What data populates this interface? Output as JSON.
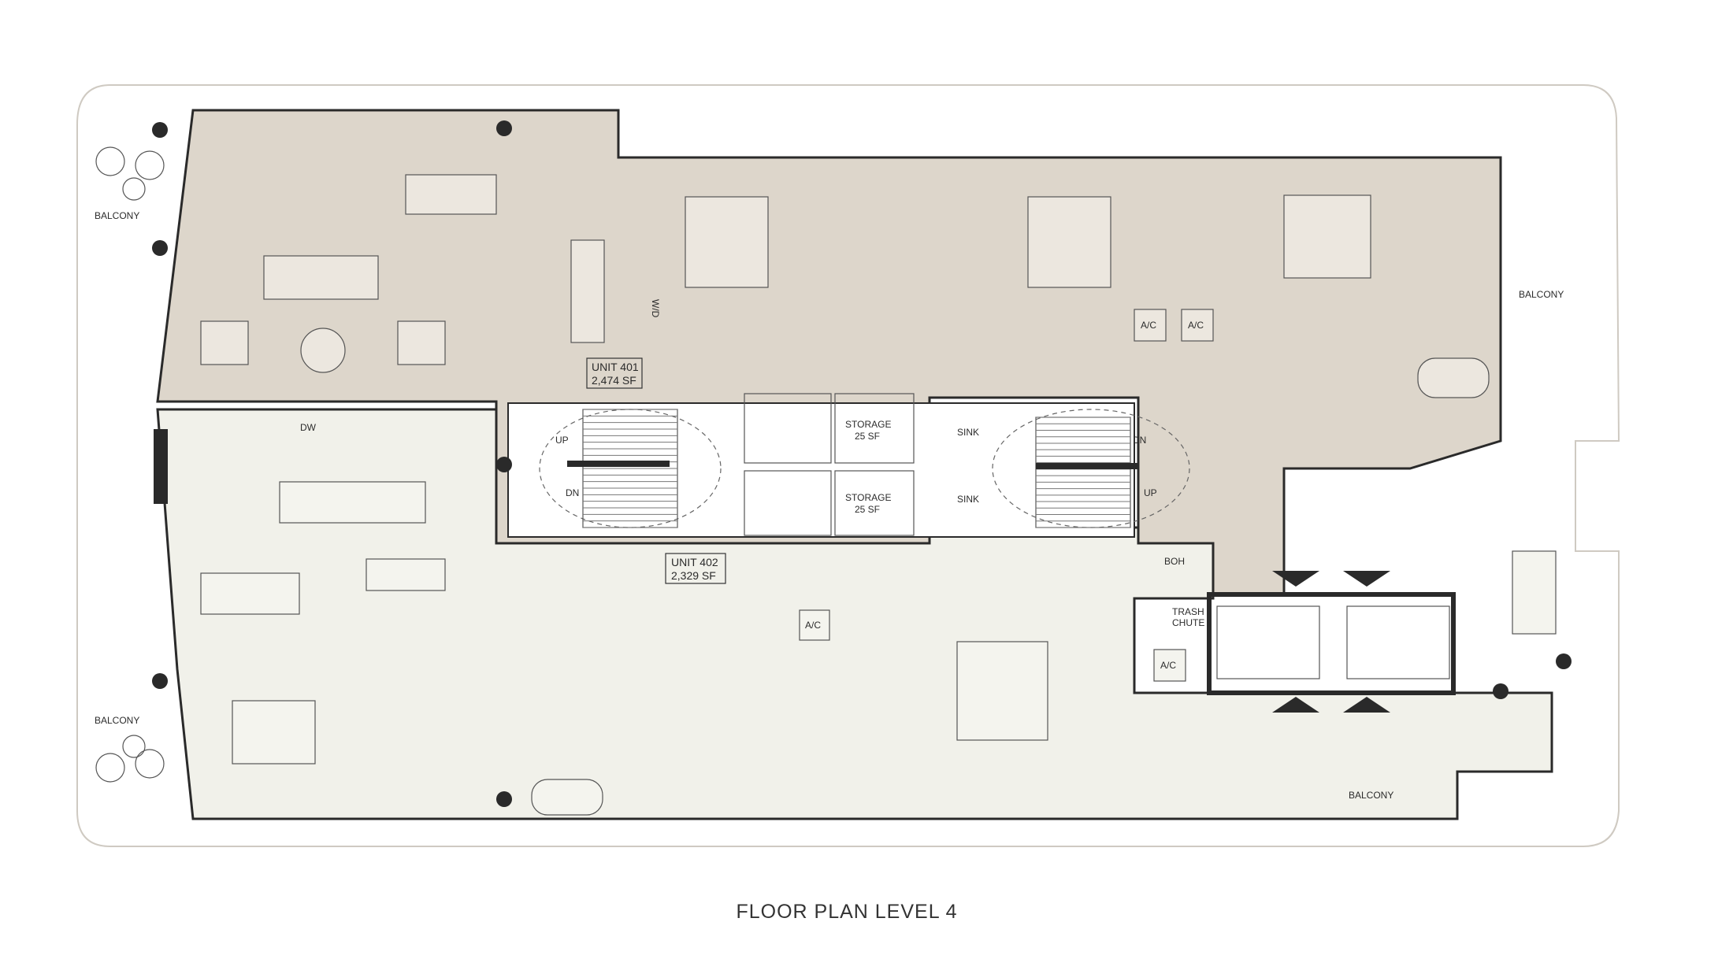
{
  "title": "FLOOR PLAN LEVEL 4",
  "units": [
    {
      "name": "UNIT 401",
      "area": "2,474 SF"
    },
    {
      "name": "UNIT 402",
      "area": "2,329 SF"
    }
  ],
  "rooms": {
    "storage_a": {
      "name": "STORAGE",
      "area": "25 SF"
    },
    "storage_b": {
      "name": "STORAGE",
      "area": "25 SF"
    },
    "boh": "BOH",
    "trash": "TRASH",
    "chute": "CHUTE"
  },
  "balconies": {
    "top_left": "BALCONY",
    "bottom_left": "BALCONY",
    "right": "BALCONY",
    "bottom_right": "BALCONY"
  },
  "stairs": {
    "left_up": "UP",
    "left_dn": "DN",
    "right_dn": "DN",
    "right_up": "UP"
  },
  "fixtures": {
    "dw": "DW",
    "wd": "W/D",
    "sink_a": "SINK",
    "sink_b": "SINK",
    "ac1": "A/C",
    "ac2": "A/C",
    "ac3": "A/C",
    "ac4": "A/C"
  },
  "colors": {
    "unit_401": "#ddd6cb",
    "unit_402": "#f1f1ea",
    "balcony": "#ffffff",
    "wall": "#2a2a2a"
  }
}
